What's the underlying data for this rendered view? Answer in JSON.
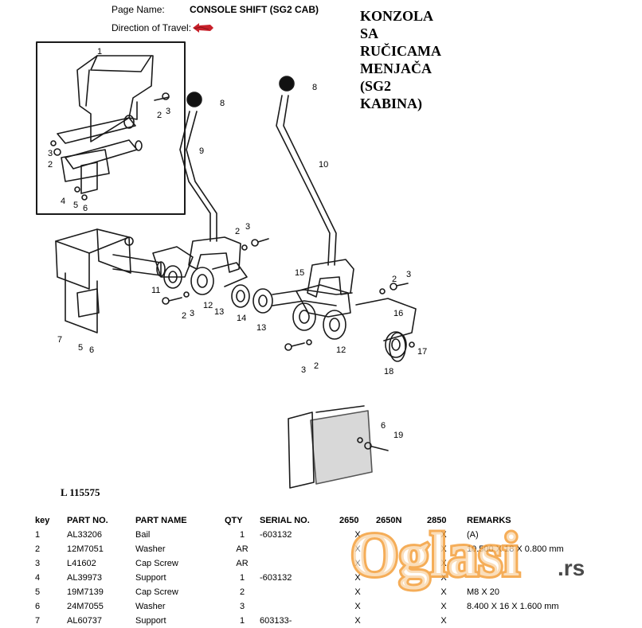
{
  "header": {
    "page_name_label": "Page Name:",
    "page_name_value": "CONSOLE SHIFT (SG2 CAB)",
    "direction_label": "Direction of Travel:",
    "direction_icon": "red-arrow-icon"
  },
  "title_lines": [
    "KONZOLA",
    "SA",
    "RUČICAMA",
    "MENJAČA",
    "(SG2",
    "KABINA)"
  ],
  "diagram": {
    "drawing_number": "L 115575",
    "callouts": [
      "1",
      "2",
      "3",
      "4",
      "5",
      "6",
      "7",
      "8",
      "9",
      "10",
      "11",
      "12",
      "13",
      "14",
      "15",
      "16",
      "17",
      "18",
      "19"
    ]
  },
  "table": {
    "headers": [
      "key",
      "PART NO.",
      "PART NAME",
      "QTY",
      "SERIAL NO.",
      "2650",
      "2650N",
      "2850",
      "REMARKS"
    ],
    "rows": [
      [
        "1",
        "AL33206",
        "Bail",
        "1",
        "-603132",
        "X",
        "",
        "X",
        "(A)"
      ],
      [
        "2",
        "12M7051",
        "Washer",
        "AR",
        "",
        "X",
        "",
        "X",
        "10.500 X 18 X 0.800 mm"
      ],
      [
        "3",
        "L41602",
        "Cap Screw",
        "AR",
        "",
        "X",
        "",
        "X",
        ""
      ],
      [
        "4",
        "AL39973",
        "Support",
        "1",
        "-603132",
        "X",
        "",
        "X",
        ""
      ],
      [
        "5",
        "19M7139",
        "Cap Screw",
        "2",
        "",
        "X",
        "",
        "X",
        "M8 X 20"
      ],
      [
        "6",
        "24M7055",
        "Washer",
        "3",
        "",
        "X",
        "",
        "X",
        "8.400 X 16 X 1.600 mm"
      ],
      [
        "7",
        "AL60737",
        "Support",
        "1",
        "603133-",
        "X",
        "",
        "X",
        ""
      ]
    ]
  },
  "watermark": {
    "text": "Oglasi",
    "suffix": ".rs",
    "color": "#f39c34"
  }
}
